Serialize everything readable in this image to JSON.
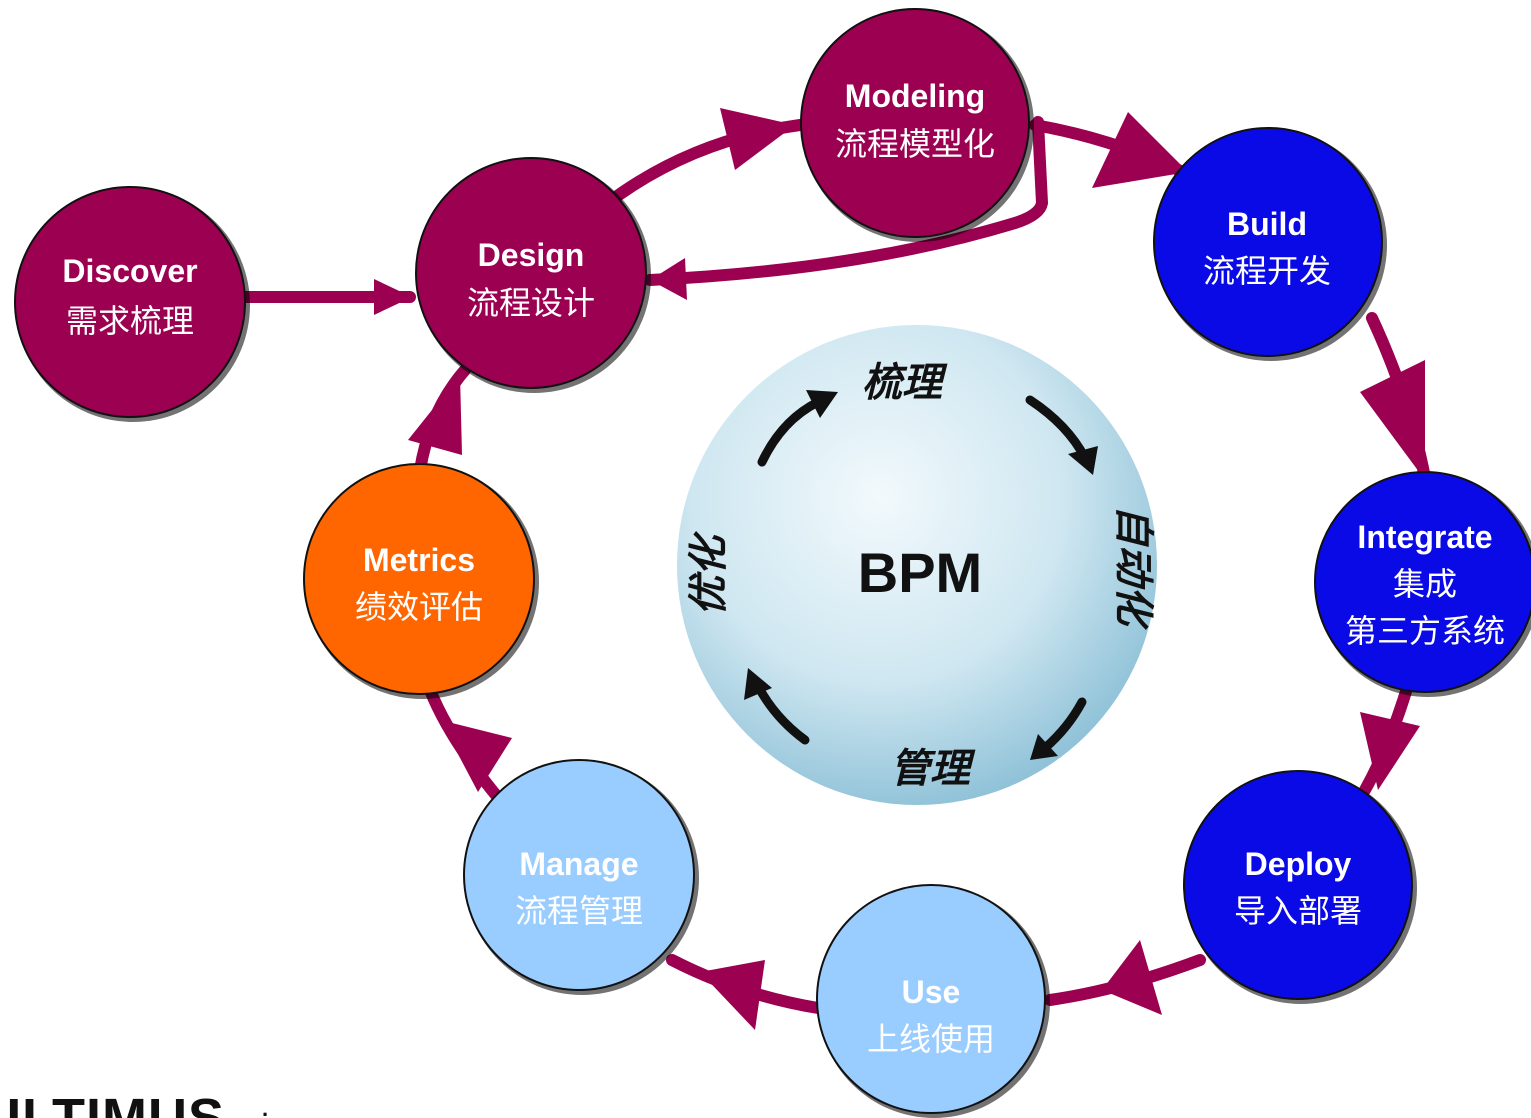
{
  "colors": {
    "maroon": "#9b0051",
    "blue": "#0a0ae6",
    "orange": "#ff6600",
    "light_blue": "#99ccff",
    "sphere_center": "#ecf6fa",
    "sphere_edge": "#8ec3da"
  },
  "nodes": {
    "discover": {
      "en": "Discover",
      "zh": "需求梳理"
    },
    "design": {
      "en": "Design",
      "zh": "流程设计"
    },
    "modeling": {
      "en": "Modeling",
      "zh": "流程模型化"
    },
    "build": {
      "en": "Build",
      "zh": "流程开发"
    },
    "integrate": {
      "en": "Integrate",
      "zh": "集成",
      "zh2": "第三方系统"
    },
    "deploy": {
      "en": "Deploy",
      "zh": "导入部署"
    },
    "use": {
      "en": "Use",
      "zh": "上线使用"
    },
    "manage": {
      "en": "Manage",
      "zh": "流程管理"
    },
    "metrics": {
      "en": "Metrics",
      "zh": "绩效评估"
    }
  },
  "center": {
    "title": "BPM",
    "top": "梳理",
    "right": "自动化",
    "bottom": "管理",
    "left": "优化"
  },
  "logo": {
    "text": "ULTIMUS",
    "mark": "."
  }
}
